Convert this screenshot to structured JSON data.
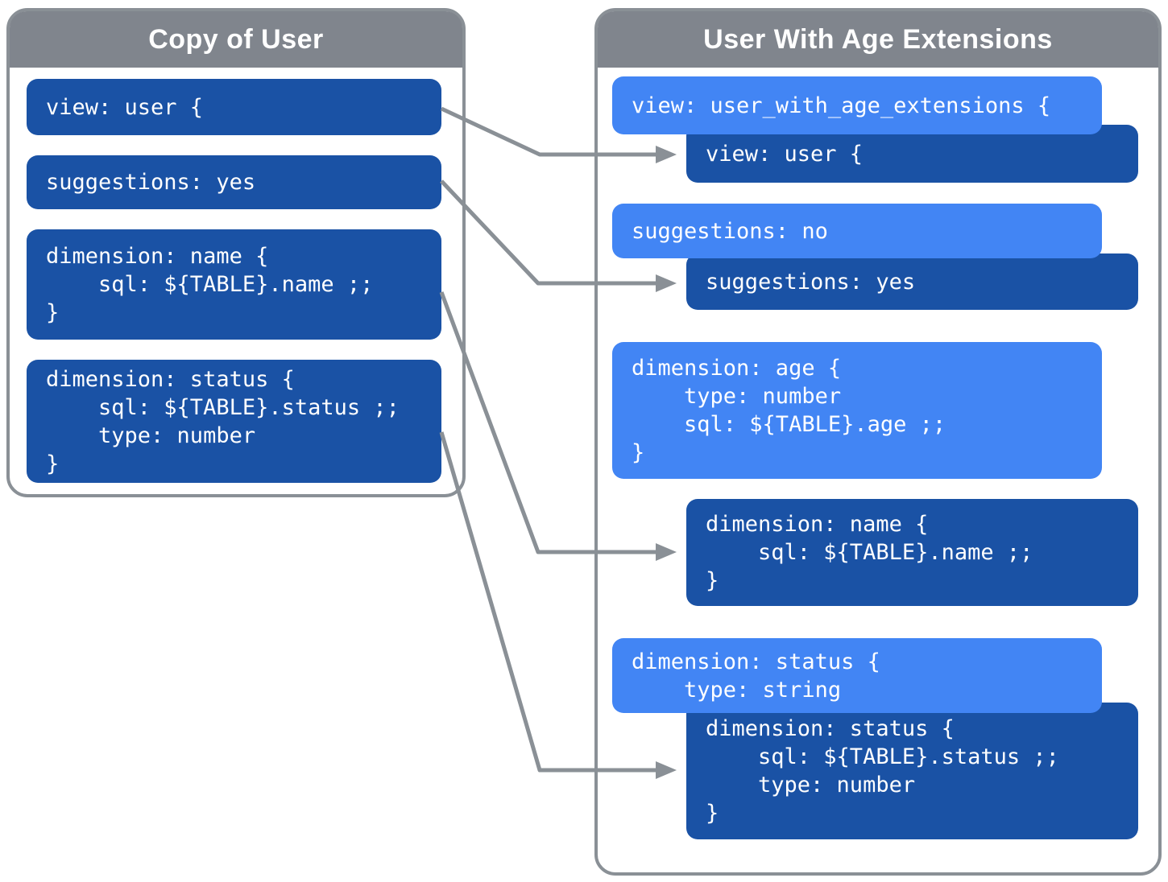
{
  "left_panel": {
    "title": "Copy of User",
    "boxes": [
      {
        "id": "view-user",
        "text": "view: user {"
      },
      {
        "id": "suggestions-yes",
        "text": "suggestions: yes"
      },
      {
        "id": "dimension-name",
        "text": "dimension: name {\n    sql: ${TABLE}.name ;;\n}"
      },
      {
        "id": "dimension-status",
        "text": "dimension: status {\n    sql: ${TABLE}.status ;;\n    type: number\n}"
      }
    ]
  },
  "right_panel": {
    "title": "User With Age Extensions",
    "boxes": [
      {
        "id": "view-user-with-age-extensions",
        "variant": "extension-light-blue",
        "text": "view: user_with_age_extensions {"
      },
      {
        "id": "view-user-inherited",
        "variant": "inherited-dark-blue",
        "text": "view: user {"
      },
      {
        "id": "suggestions-no",
        "variant": "extension-light-blue",
        "text": "suggestions: no"
      },
      {
        "id": "suggestions-yes-inherited",
        "variant": "inherited-dark-blue",
        "text": "suggestions: yes"
      },
      {
        "id": "dimension-age",
        "variant": "extension-light-blue",
        "text": "dimension: age {\n    type: number\n    sql: ${TABLE}.age ;;\n}"
      },
      {
        "id": "dimension-name-inherited",
        "variant": "inherited-dark-blue",
        "text": "dimension: name {\n    sql: ${TABLE}.name ;;\n}"
      },
      {
        "id": "dimension-status-override",
        "variant": "extension-light-blue",
        "text": "dimension: status {\n    type: string"
      },
      {
        "id": "dimension-status-inherited",
        "variant": "inherited-dark-blue",
        "text": "dimension: status {\n    sql: ${TABLE}.status ;;\n    type: number\n}"
      }
    ]
  },
  "connectors": [
    {
      "id": "connector-view",
      "from": "view-user",
      "to": "view-user-inherited"
    },
    {
      "id": "connector-suggestions",
      "from": "suggestions-yes",
      "to": "suggestions-yes-inherited"
    },
    {
      "id": "connector-dimension-name",
      "from": "dimension-name",
      "to": "dimension-name-inherited"
    },
    {
      "id": "connector-dimension-status",
      "from": "dimension-status",
      "to": "dimension-status-inherited"
    }
  ],
  "colors": {
    "extension_blue": "#4285F4",
    "inherited_blue": "#1A52A5",
    "header_gray": "#80858D",
    "border_line_gray": "#8A9096",
    "text_white": "#FFFFFF"
  }
}
